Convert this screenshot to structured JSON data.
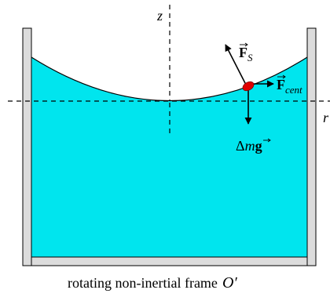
{
  "diagram": {
    "axis_z_label": "z",
    "axis_r_label": "r",
    "force_surface_label": "F",
    "force_surface_sub": "S",
    "force_cent_label": "F",
    "force_cent_sub": "cent",
    "weight_delta": "Δ",
    "weight_m": "m",
    "weight_g": "g",
    "caption_text": "rotating non-inertial frame",
    "caption_frame": "O′"
  },
  "colors": {
    "liquid": "#00e5ee",
    "wall": "#dcdcdc",
    "outline": "#000000",
    "mass": "#e00000"
  }
}
